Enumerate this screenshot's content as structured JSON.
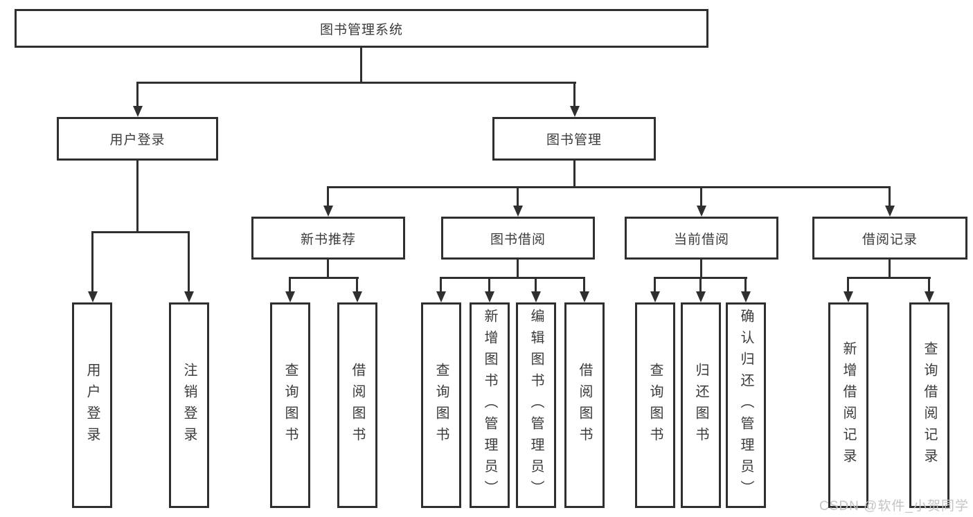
{
  "colors": {
    "line": "#2f2f2f",
    "text": "#3b3b3b",
    "background": "#ffffff",
    "watermark": "#c4c4c4"
  },
  "watermark": "CSDN @软件_小贺同学",
  "tree": {
    "root": {
      "label": "图书管理系统"
    },
    "branches": [
      {
        "label": "用户登录",
        "leaves": [
          {
            "label": "用户登录"
          },
          {
            "label": "注销登录"
          }
        ]
      },
      {
        "label": "图书管理",
        "children": [
          {
            "label": "新书推荐",
            "leaves": [
              {
                "label": "查询图书"
              },
              {
                "label": "借阅图书"
              }
            ]
          },
          {
            "label": "图书借阅",
            "leaves": [
              {
                "label": "查询图书"
              },
              {
                "label": "新增图书（管理员）"
              },
              {
                "label": "编辑图书（管理员）"
              },
              {
                "label": "借阅图书"
              }
            ]
          },
          {
            "label": "当前借阅",
            "leaves": [
              {
                "label": "查询图书"
              },
              {
                "label": "归还图书"
              },
              {
                "label": "确认归还（管理员）"
              }
            ]
          },
          {
            "label": "借阅记录",
            "leaves": [
              {
                "label": "新增借阅记录"
              },
              {
                "label": "查询借阅记录"
              }
            ]
          }
        ]
      }
    ]
  }
}
